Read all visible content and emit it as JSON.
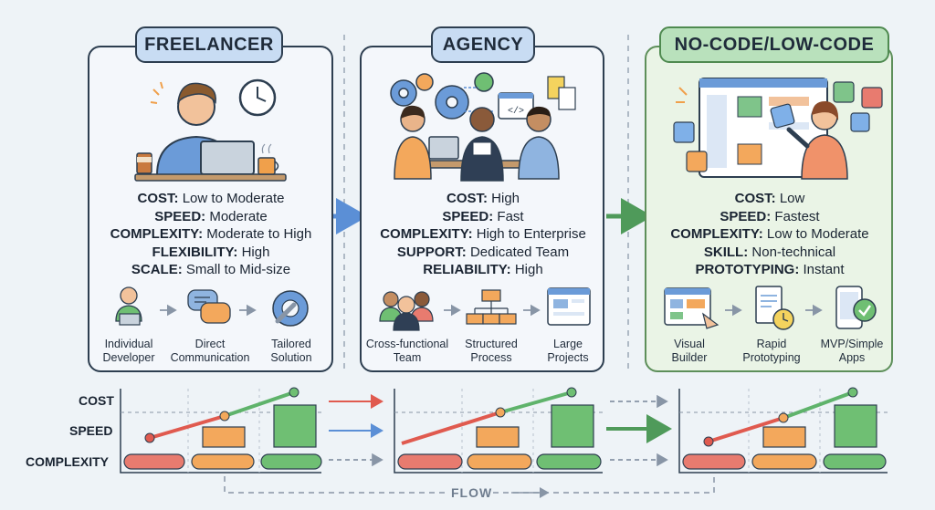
{
  "columns": [
    {
      "title": "FREELANCER",
      "attributes": [
        {
          "key": "COST:",
          "value": "Low to Moderate"
        },
        {
          "key": "SPEED:",
          "value": "Moderate"
        },
        {
          "key": "COMPLEXITY:",
          "value": "Moderate to High"
        },
        {
          "key": "FLEXIBILITY:",
          "value": "High"
        },
        {
          "key": "SCALE:",
          "value": "Small to Mid-size"
        }
      ],
      "icons": [
        {
          "icon": "developer-icon",
          "line1": "Individual",
          "line2": "Developer"
        },
        {
          "icon": "chat-bubbles-icon",
          "line1": "Direct",
          "line2": "Communication"
        },
        {
          "icon": "wrench-gear-icon",
          "line1": "Tailored",
          "line2": "Solution"
        }
      ]
    },
    {
      "title": "AGENCY",
      "attributes": [
        {
          "key": "COST:",
          "value": "High"
        },
        {
          "key": "SPEED:",
          "value": "Fast"
        },
        {
          "key": "COMPLEXITY:",
          "value": "High to Enterprise"
        },
        {
          "key": "SUPPORT:",
          "value": "Dedicated Team"
        },
        {
          "key": "RELIABILITY:",
          "value": "High"
        }
      ],
      "icons": [
        {
          "icon": "team-icon",
          "line1": "Cross-functional",
          "line2": "Team"
        },
        {
          "icon": "flowchart-icon",
          "line1": "Structured",
          "line2": "Process"
        },
        {
          "icon": "browser-window-icon",
          "line1": "Large",
          "line2": "Projects"
        }
      ]
    },
    {
      "title": "NO-CODE/LOW-CODE",
      "attributes": [
        {
          "key": "COST:",
          "value": "Low"
        },
        {
          "key": "SPEED:",
          "value": "Fastest"
        },
        {
          "key": "COMPLEXITY:",
          "value": "Low to Moderate"
        },
        {
          "key": "SKILL:",
          "value": "Non-technical"
        },
        {
          "key": "PROTOTYPING:",
          "value": "Instant"
        }
      ],
      "icons": [
        {
          "icon": "visual-builder-icon",
          "line1": "Visual",
          "line2": "Builder"
        },
        {
          "icon": "document-clock-icon",
          "line1": "Rapid",
          "line2": "Prototyping"
        },
        {
          "icon": "phone-check-icon",
          "line1": "MVP/Simple",
          "line2": "Apps"
        }
      ]
    }
  ],
  "chart": {
    "row_labels": [
      "COST",
      "SPEED",
      "COMPLEXITY"
    ],
    "flow_label": "FLOW"
  },
  "colors": {
    "panel_border": "#2d3e50",
    "badge_blue": "#c8dcf3",
    "badge_green": "#b9e1bc",
    "red": "#e05a4f",
    "orange": "#f3a85c",
    "green": "#5fb36b",
    "connector_blue": "#5b8fd6"
  }
}
